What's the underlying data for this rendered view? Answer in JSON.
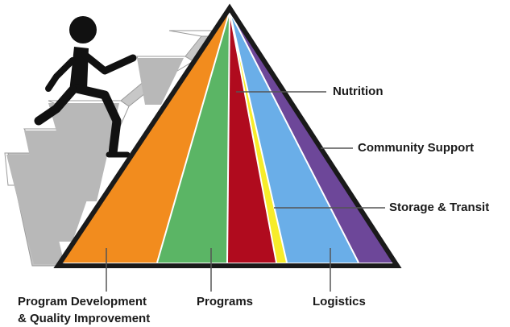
{
  "labels": {
    "nutrition": "Nutrition",
    "community_support": "Community Support",
    "storage_transit": "Storage & Transit",
    "program_development_line1": "Program Development",
    "program_development_line2": "& Quality Improvement",
    "programs": "Programs",
    "logistics": "Logistics"
  },
  "colors": {
    "program_development": "#f28c1e",
    "programs": "#5bb565",
    "nutrition": "#b00b1e",
    "storage_transit": "#f7ec2a",
    "logistics": "#6aaee8",
    "community_support": "#6d4799",
    "outline": "#1a1a1a",
    "stairs": "#b5b5b5"
  }
}
